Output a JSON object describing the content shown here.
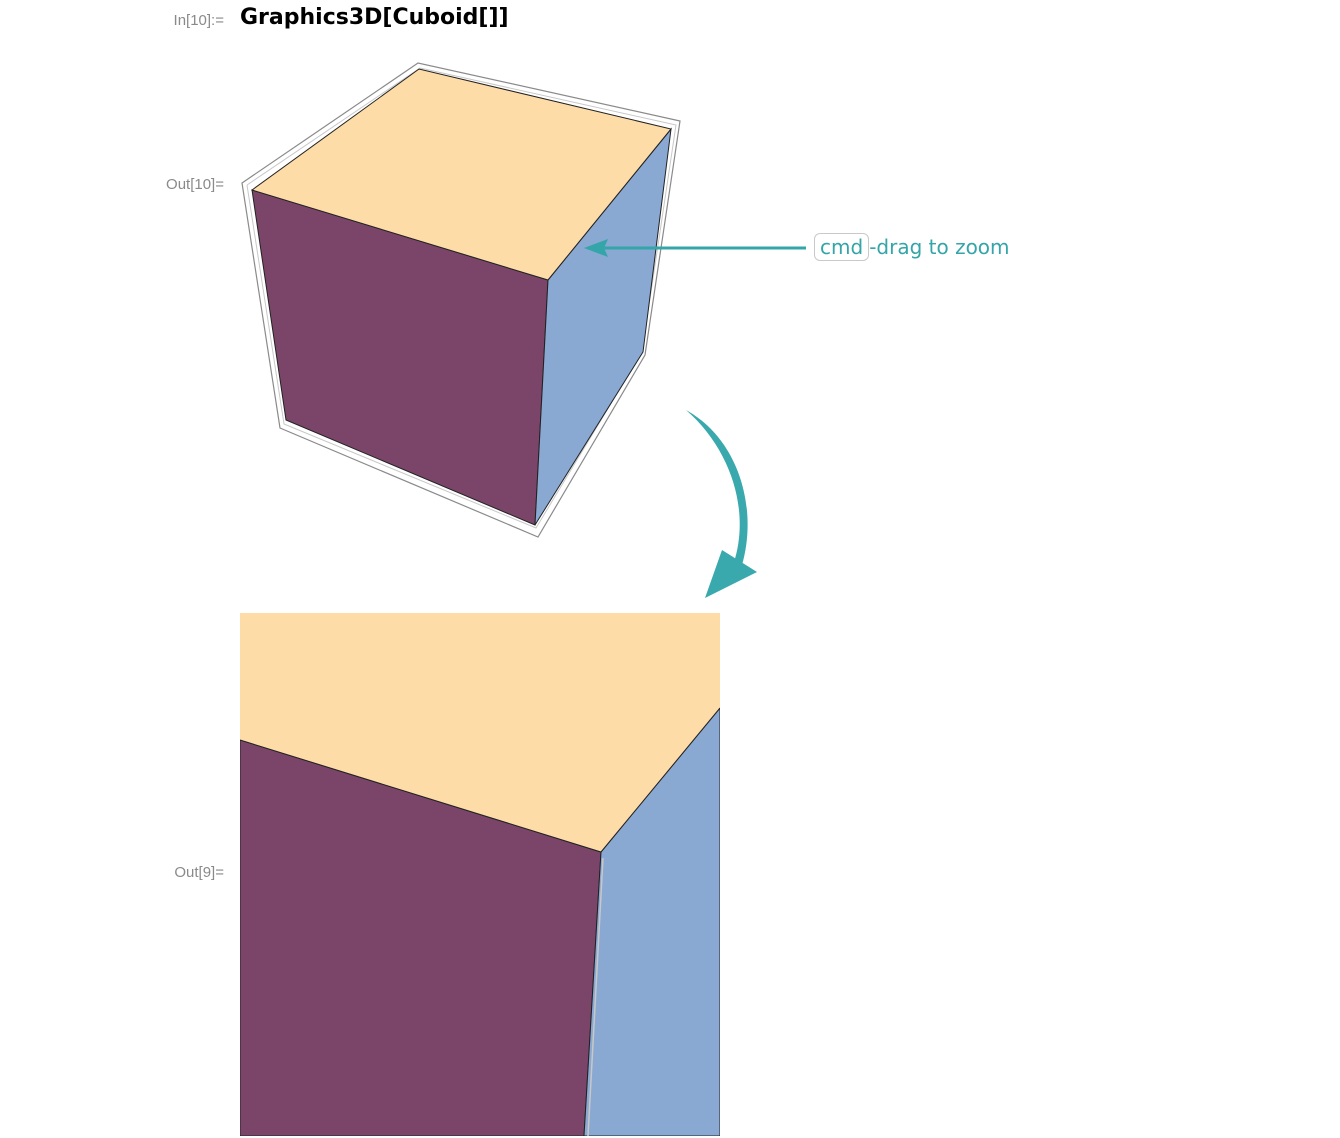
{
  "notebook": {
    "in_label": "In[10]:=",
    "input_code": "Graphics3D[Cuboid[]]",
    "out10_label": "Out[10]=",
    "out9_label": "Out[9]="
  },
  "annotation": {
    "key": "cmd",
    "text": "-drag to zoom",
    "color": "#34a5a8"
  },
  "cube_colors": {
    "top": "#fddca8",
    "front": "#7a4569",
    "side": "#89a8d2",
    "edge": "#222222",
    "box": "#6e6e6e"
  },
  "icons": [
    "straight-arrow-icon",
    "curved-arrow-icon"
  ]
}
